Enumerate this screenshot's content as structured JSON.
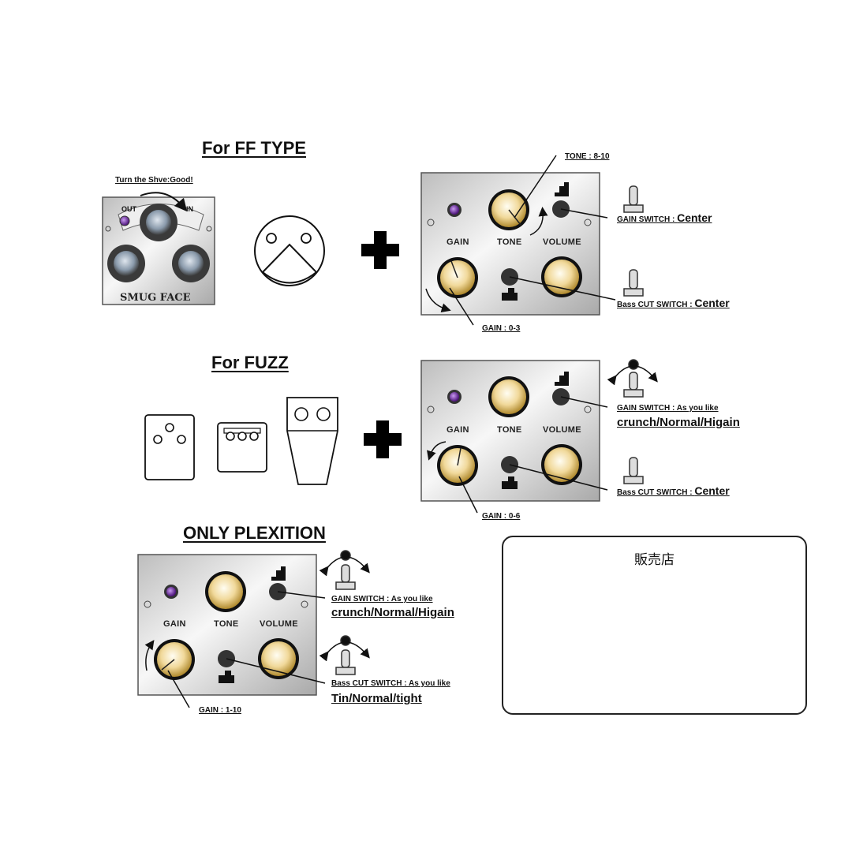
{
  "sections": {
    "ff": {
      "heading": "For FF TYPE",
      "turn_note": "Turn the Shve:Good!",
      "smug_labels": {
        "out": "OUT",
        "in": "IN",
        "brand": "SMUG FACE"
      },
      "pedal_labels": {
        "gain": "GAIN",
        "tone": "TONE",
        "volume": "VOLUME"
      },
      "callouts": {
        "tone": "TONE : 8-10",
        "gain": "GAIN : 0-3",
        "gain_switch_label": "GAIN SWITCH : ",
        "gain_switch_value": "Center",
        "bass_cut_label": "Bass CUT SWITCH : ",
        "bass_cut_value": "Center"
      }
    },
    "fuzz": {
      "heading": "For FUZZ",
      "pedal_labels": {
        "gain": "GAIN",
        "tone": "TONE",
        "volume": "VOLUME"
      },
      "callouts": {
        "gain_switch": "GAIN SWITCH : As you like",
        "gain_switch_modes": "crunch/Normal/Higain",
        "bass_cut_label": "Bass CUT SWITCH : ",
        "bass_cut_value": "Center",
        "gain": "GAIN : 0-6"
      }
    },
    "plexition": {
      "heading": "ONLY PLEXITION",
      "pedal_labels": {
        "gain": "GAIN",
        "tone": "TONE",
        "volume": "VOLUME"
      },
      "callouts": {
        "gain_switch": "GAIN SWITCH : As you like",
        "gain_switch_modes": "crunch/Normal/Higain",
        "bass_cut": "Bass CUT SWITCH : As you like",
        "bass_cut_modes": "Tin/Normal/tight",
        "gain": "GAIN : 1-10"
      }
    }
  },
  "shop": {
    "title": "販売店"
  },
  "icons": [
    "plus-icon",
    "toggle-switch-icon",
    "rotate-arrow-icon",
    "face-icon",
    "pickup-icon"
  ],
  "colors": {
    "knob": "#e8c877",
    "led": "#7a2fb0",
    "panel": "#d9d9d9"
  }
}
